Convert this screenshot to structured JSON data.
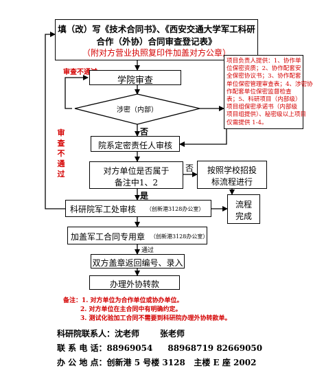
{
  "title": {
    "line1": "填（改）写《技术合同书》、《西安交通大学军工科研",
    "line2": "合作（外协）合同审查登记表》",
    "line3": "（附对方营业执照复印件加盖对方公章）"
  },
  "college_review": "学院审查",
  "review_fail_1": "审查不通过",
  "review_fail_2": [
    "审",
    "查",
    "不",
    "通",
    "过"
  ],
  "secret_decision": "涉密（内部）",
  "secret_no": "否",
  "secret_note": [
    "项目负责人提供：1、协作单",
    "位保密资质；2、协作配套安",
    "全保密协议书；3、协作配套",
    "单位保密管理审查表；4、涉密协",
    "作配套单位保密监督检查",
    "表；5、科研项目（内部级）",
    "项目组保密承诺书（内部级",
    "项目组提供）、秘密级以上项目",
    "仅需提供 1-4。"
  ],
  "dept_review": "院系定密责任人审核",
  "partner_q_1": "对方单位是否属于",
  "partner_q_2": "备注中1、2",
  "partner_no": "否",
  "partner_yes": "是",
  "tender": [
    "按照学校招投",
    "标流程进行"
  ],
  "process_done": [
    "流程",
    "完成"
  ],
  "military_review": "科研院军工处审核",
  "military_review_loc": "（创新港3128办公室）",
  "seal_step": "加盖军工合同专用章",
  "seal_step_loc": "（创新港3128办公室）",
  "pass_label": "通过",
  "return_step": "双方盖章返回编号、录入",
  "finish_step": "办理外协转款",
  "notes": [
    "备注：1. 对方单位为合作单位或协办单位。",
    "2. 对方单位在主合同中有明确约定。",
    "3. 测试化验加工合同不需要到科研院办理外协转款单。"
  ],
  "contact": {
    "person_label": "科研院联系人：",
    "person_1": "沈老师",
    "person_2": "张老师",
    "phone_label": "联 系 电 话：",
    "phone_1": "88969054",
    "phone_2": "88968719 82669050",
    "addr_label": "办 公 地 点：",
    "addr": "创新港 5 号楼 3128   主楼 E 座 2002"
  },
  "colors": {
    "accent_red": "#d40000",
    "line": "#000000"
  }
}
